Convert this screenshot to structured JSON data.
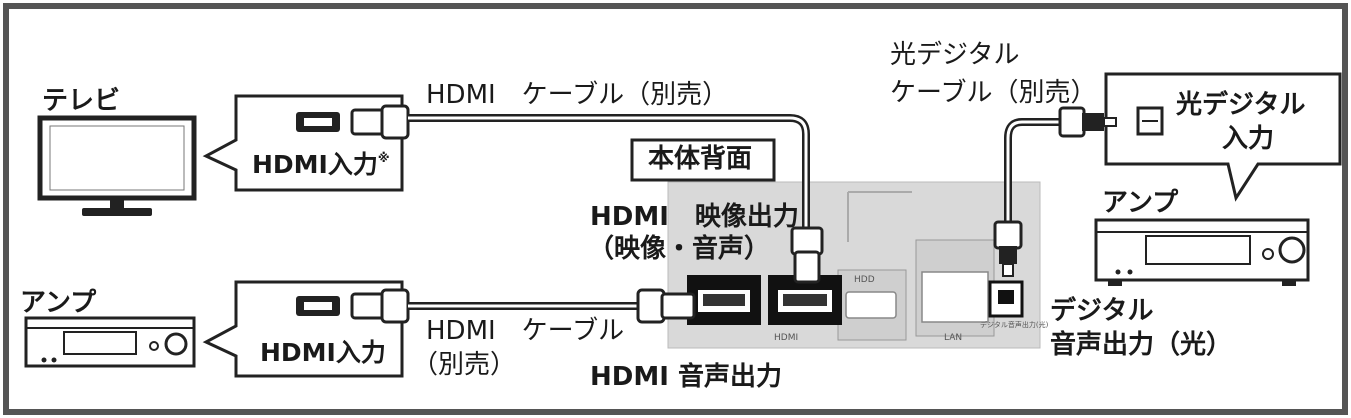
{
  "devices": {
    "tv_label": "テレビ",
    "amp_left_label": "アンプ",
    "amp_right_label": "アンプ"
  },
  "callouts": {
    "tv_input": "HDMI入力",
    "tv_input_note": "※",
    "amp_left_input": "HDMI入力",
    "amp_right_input_line1": "光デジタル",
    "amp_right_input_line2": "入力"
  },
  "cables": {
    "top_hdmi": "HDMI　ケーブル（別売）",
    "bottom_hdmi_line1": "HDMI　ケーブル",
    "bottom_hdmi_line2": "（別売）",
    "optical_line1": "光デジタル",
    "optical_line2": "ケーブル（別売）"
  },
  "rear_panel": {
    "title": "本体背面",
    "hdmi_video_out_line1": "HDMI　映像出力",
    "hdmi_video_out_line2": "（映像・音声）",
    "hdmi_audio_out": "HDMI 音声出力",
    "digital_audio_out_line1": "デジタル",
    "digital_audio_out_line2": "音声出力（光）",
    "hdmi_group_label": "HDMI",
    "hdd_label": "HDD",
    "lan_label": "LAN",
    "optical_port_label": "デジタル音声出力(光)"
  }
}
